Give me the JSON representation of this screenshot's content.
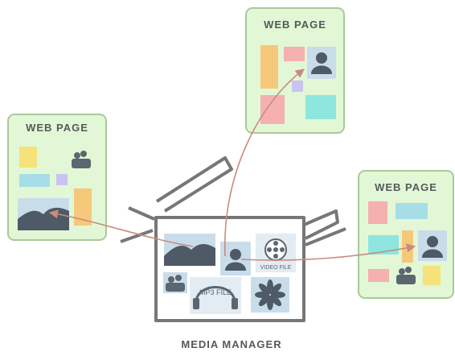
{
  "web_pages": [
    {
      "id": "left",
      "title": "WEB PAGE"
    },
    {
      "id": "top",
      "title": "WEB PAGE"
    },
    {
      "id": "right",
      "title": "WEB PAGE"
    }
  ],
  "media_manager": {
    "label": "MEDIA MANAGER",
    "items": [
      {
        "type": "landscape-image"
      },
      {
        "type": "person-photo"
      },
      {
        "type": "video-file",
        "label": "VIDEO FILE"
      },
      {
        "type": "people-photo"
      },
      {
        "type": "mp3-file",
        "label": "MP3 FILE"
      },
      {
        "type": "flower-image"
      }
    ]
  },
  "colors": {
    "page_fill": "#e2f7d6",
    "page_border": "#a9c99b",
    "arrow": "#c98b80",
    "manager_stroke": "#777777",
    "photo_fill": "#c9dcea",
    "silhouette": "#4e5a66"
  }
}
